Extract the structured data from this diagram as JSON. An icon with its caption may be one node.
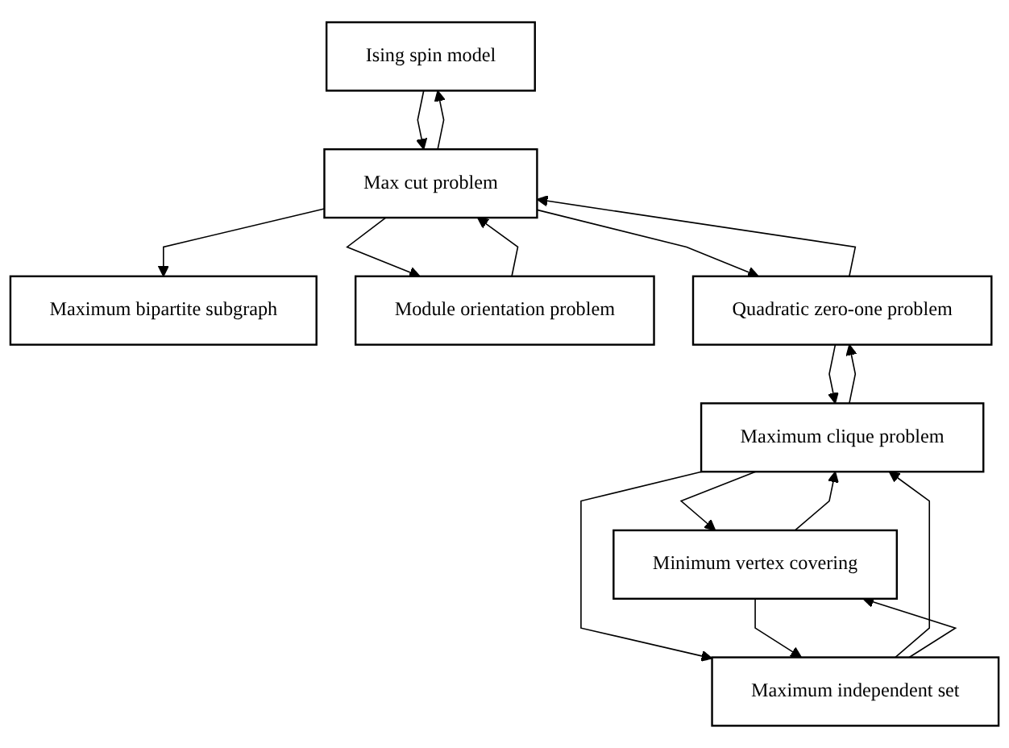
{
  "diagram": {
    "nodes": [
      {
        "text": [
          "Ising spin model"
        ]
      },
      {
        "text": [
          "Maximum bipartite subgraph"
        ]
      },
      {
        "text": [
          "Max cut problem"
        ]
      },
      {
        "text": [
          "Module orientation problem"
        ]
      },
      {
        "text": [
          "Quadratic zero-one problem"
        ]
      },
      {
        "text": [
          "Maximum clique problem"
        ]
      },
      {
        "text": [
          "Minimum vertex covering"
        ]
      },
      {
        "text": [
          "Maximum independent set"
        ]
      }
    ],
    "edges": [
      {
        "from": 0,
        "to": 2,
        "arrow": "to"
      },
      {
        "from": 2,
        "to": 0,
        "arrow": "to"
      },
      {
        "from": 2,
        "to": 1,
        "arrow": "to"
      },
      {
        "from": 3,
        "to": 2,
        "arrow": "to"
      },
      {
        "from": 2,
        "to": 3,
        "arrow": "to"
      },
      {
        "from": 2,
        "to": 4,
        "arrow": "to"
      },
      {
        "from": 4,
        "to": 2,
        "arrow": "to"
      },
      {
        "from": 4,
        "to": 5,
        "arrow": "to"
      },
      {
        "from": 5,
        "to": 4,
        "arrow": "to"
      },
      {
        "from": 5,
        "to": 6,
        "arrow": "to"
      },
      {
        "from": 6,
        "to": 5,
        "arrow": "to"
      },
      {
        "from": 5,
        "to": 7,
        "arrow": "to"
      },
      {
        "from": 7,
        "to": 5,
        "arrow": "to"
      },
      {
        "from": 7,
        "to": 6,
        "arrow": "to"
      },
      {
        "from": 6,
        "to": 7,
        "arrow": "to"
      }
    ]
  }
}
